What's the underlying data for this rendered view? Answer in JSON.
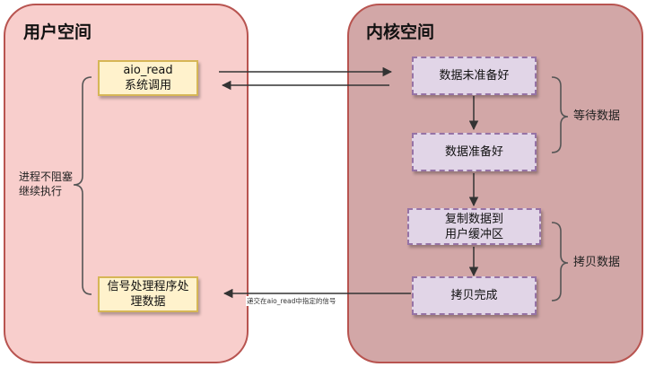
{
  "user_space": {
    "title": "用户空间",
    "aio_read_box": {
      "line1": "aio_read",
      "line2": "系统调用"
    },
    "signal_box": {
      "line1": "信号处理程序处",
      "line2": "理数据"
    },
    "non_blocking_label": {
      "line1": "进程不阻塞",
      "line2": "继续执行"
    }
  },
  "kernel_space": {
    "title": "内核空间",
    "steps": [
      {
        "line1": "数据未准备好",
        "line2": ""
      },
      {
        "line1": "数据准备好",
        "line2": ""
      },
      {
        "line1": "复制数据到",
        "line2": "用户缓冲区"
      },
      {
        "line1": "拷贝完成",
        "line2": ""
      }
    ],
    "wait_label": "等待数据",
    "copy_label": "拷贝数据"
  },
  "signal_label": "递交在aio_read中指定的信号",
  "colors": {
    "user_panel_fill": "#f8cecc",
    "kernel_panel_fill": "#d2a7a7",
    "panel_border": "#b85450",
    "syscall_box_fill": "#fff2cc",
    "syscall_box_border": "#d6b656",
    "step_box_fill": "#e1d5e7",
    "step_box_border": "#9673a6",
    "arrow": "#333333"
  }
}
